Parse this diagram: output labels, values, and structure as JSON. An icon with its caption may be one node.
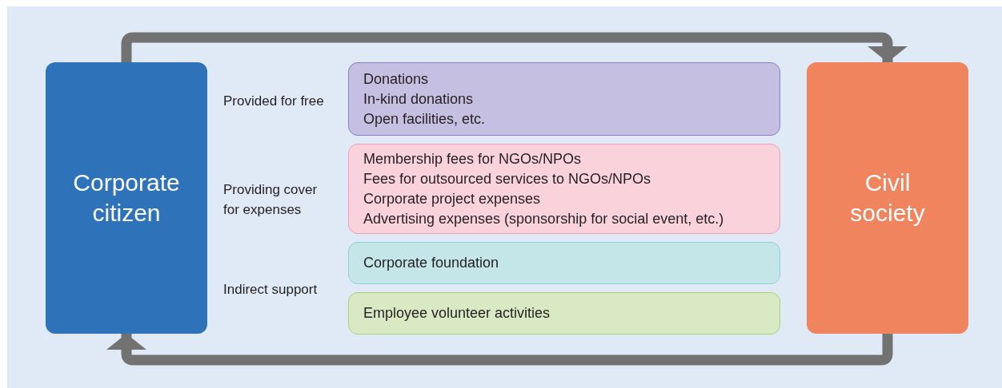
{
  "diagram": {
    "nodes": [
      {
        "text": [
          "Corporate citizen"
        ]
      },
      {
        "text": [
          "Donations",
          "In-kind donations",
          "Open facilities, etc."
        ]
      },
      {
        "text": [
          "Membership fees for NGOs/NPOs",
          "Fees for outsourced services to NGOs/NPOs",
          "Corporate project expenses",
          "Advertising expenses (sponsorship for social event, etc.)"
        ]
      },
      {
        "text": [
          "Corporate foundation"
        ]
      },
      {
        "text": [
          "Employee volunteer activities"
        ]
      },
      {
        "text": [
          "Civil society"
        ]
      }
    ],
    "edges": [
      {
        "from": 0,
        "to": 5,
        "arrow": "to"
      },
      {
        "from": 5,
        "to": 0,
        "arrow": "to"
      }
    ],
    "labels": [
      "Provided for free",
      "Providing cover for expenses",
      "Indirect support"
    ]
  }
}
